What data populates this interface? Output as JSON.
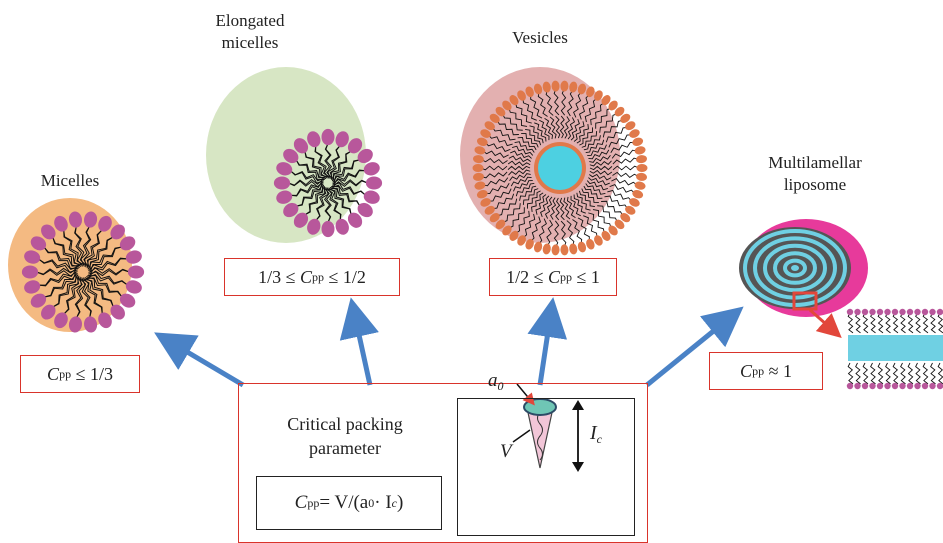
{
  "labels": {
    "micelles": "Micelles",
    "elongated": "Elongated micelles",
    "vesicles": "Vesicles",
    "liposome": "Multilamellar liposome"
  },
  "ranges": {
    "micelles": {
      "sym": "C",
      "sub": "pp",
      "rel": "≤ 1/3"
    },
    "elongated": {
      "lead": "1/3 ≤",
      "sym": "C",
      "sub": "pp",
      "rel": "≤ 1/2"
    },
    "vesicles": {
      "lead": "1/2 ≤",
      "sym": "C",
      "sub": "pp",
      "rel": "≤ 1"
    },
    "liposome": {
      "sym": "C",
      "sub": "pp",
      "rel": "≈ 1"
    }
  },
  "center": {
    "title": "Critical packing parameter",
    "formula": {
      "sym": "C",
      "sub": "pp",
      "eq": " = V/(a",
      "a_sub": "0",
      "mid": " · I",
      "c_sub": "c",
      "close": ")"
    },
    "cone": {
      "a": "a",
      "a_sub": "0",
      "v": "V",
      "i": "I",
      "i_sub": "c"
    }
  },
  "colors": {
    "box_border": "#d9342b",
    "arrow": "#4a82c6",
    "head": "#b8579b",
    "micelle_bg": "#f4ba82",
    "elongated_bg": "#d7e6c4",
    "vesicle_bg": "#e3b0b0",
    "vesicle_core": "#4dd0e1",
    "liposome_bg": "#e73a9b",
    "liposome_layer": "#6fd0e3"
  }
}
